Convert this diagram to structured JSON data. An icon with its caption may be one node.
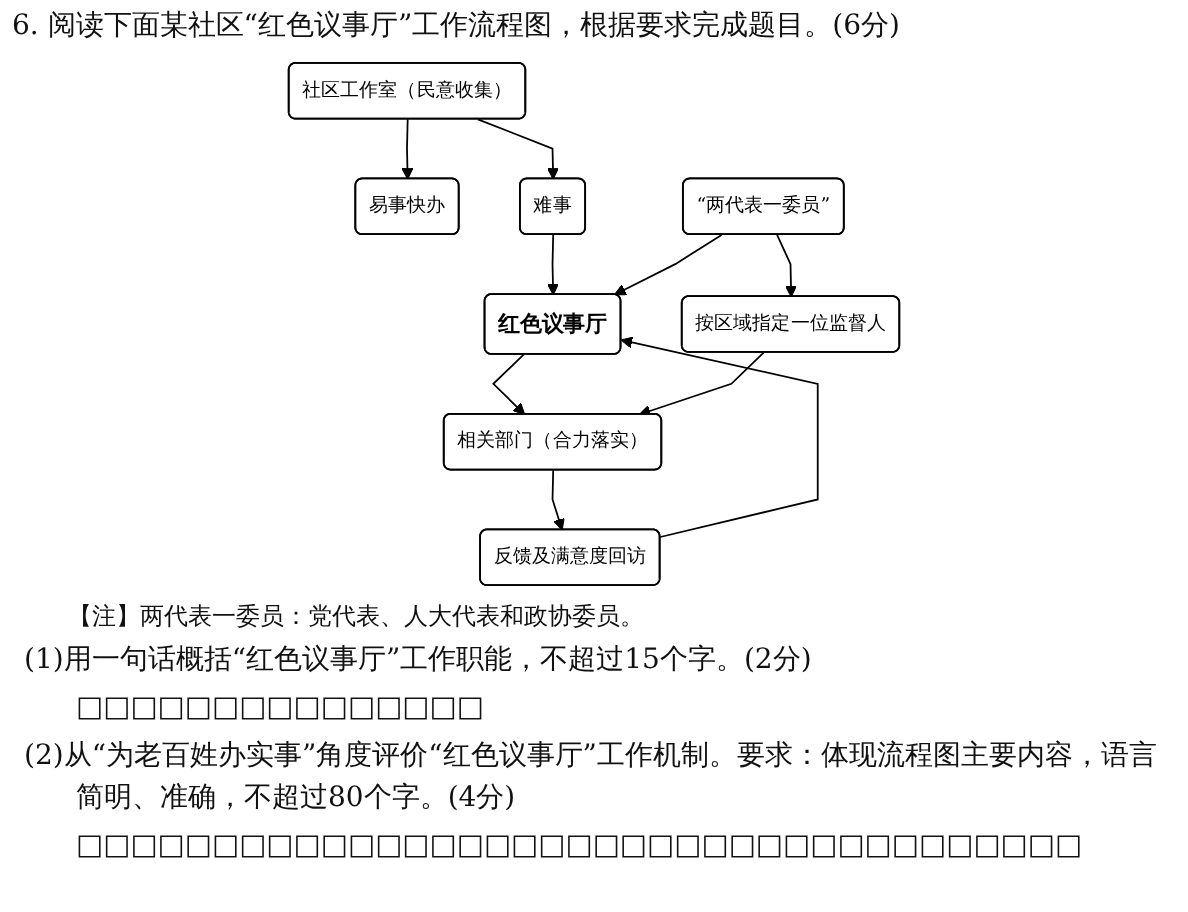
{
  "diagram": {
    "title": "6. 阅读下面某社区“红色议事厅”工作流程图，根据要求完成题目。(6分)",
    "nodes": [
      {
        "text": [
          "社区工作室（民意收集）"
        ]
      },
      {
        "text": [
          "易事快办"
        ]
      },
      {
        "text": [
          "难事"
        ]
      },
      {
        "text": [
          "红色议事厅"
        ]
      },
      {
        "text": [
          "“两代表一委员”"
        ]
      },
      {
        "text": [
          "按区域指定一位监督人"
        ]
      },
      {
        "text": [
          "相关部门（合力落实）"
        ]
      },
      {
        "text": [
          "反馈及满意度回访"
        ]
      }
    ],
    "edges": [
      {
        "from": 0,
        "to": 1,
        "arrow": "to"
      },
      {
        "from": 0,
        "to": 2,
        "arrow": "to"
      },
      {
        "from": 2,
        "to": 3,
        "arrow": "to"
      },
      {
        "from": 4,
        "to": 3,
        "arrow": "to"
      },
      {
        "from": 4,
        "to": 5,
        "arrow": "to"
      },
      {
        "from": 3,
        "to": 6,
        "arrow": "to"
      },
      {
        "from": 5,
        "to": 6,
        "arrow": "to"
      },
      {
        "from": 6,
        "to": 7,
        "arrow": "to"
      },
      {
        "from": 7,
        "to": 3,
        "arrow": "to"
      }
    ],
    "labels": [
      "【注】两代表一委员：党代表、人大代表和政协委员。",
      "(1)用一句话概括“红色议事厅”工作职能，不超过15个字。(2分)",
      "□□□□□□□□□□□□□□□",
      "(2)从“为老百姓办实事”角度评价“红色议事厅”工作机制。要求：体现流程图主要内容，语言简明、准确，不超过80个字。(4分)",
      "□□□□□□□□□□□□□□□□□□□□□□□□□□□□□□□□□□□□□"
    ]
  }
}
